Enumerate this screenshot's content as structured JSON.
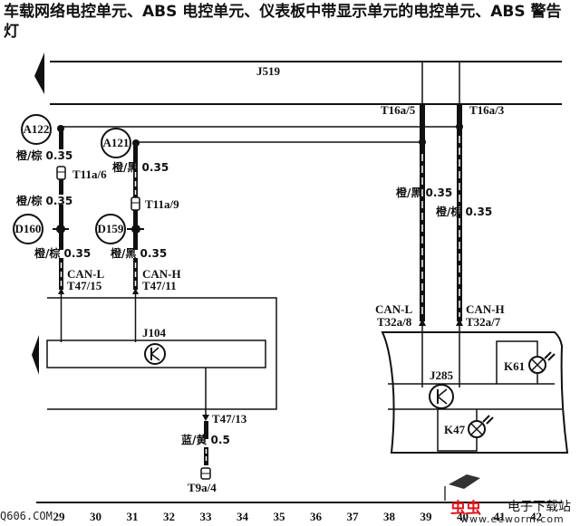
{
  "title": "车载网络电控单元、ABS 电控单元、仪表板中带显示单元的电控单元、ABS 警告灯",
  "modules": {
    "j519": "J519",
    "j104": "J104",
    "j285": "J285",
    "k61": "K61",
    "k47": "K47"
  },
  "ground_points": {
    "a122": "A122",
    "a121": "A121",
    "d160": "D160",
    "d159": "D159"
  },
  "connectors": {
    "t11a_6": "T11a/6",
    "t11a_9": "T11a/9",
    "t47_15": "T47/15",
    "t47_11": "T47/11",
    "t47_13": "T47/13",
    "t16a_5": "T16a/5",
    "t16a_3": "T16a/3",
    "t32a_8": "T32a/8",
    "t32a_7": "T32a/7",
    "t9a_4": "T9a/4"
  },
  "signals": {
    "can_l_left": "CAN-L",
    "can_h_left": "CAN-H",
    "can_l_right": "CAN-L",
    "can_h_right": "CAN-H"
  },
  "wires": {
    "w1": "橙/棕 0.35",
    "w2": "橙/棕 0.35",
    "w3": "橙/棕 0.35",
    "w4": "橙/黑 0.35",
    "w5": "橙/黑 0.35",
    "w6": "橙/黑 0.35",
    "w7": "橙/棕 0.35",
    "w8": "蓝/黄 0.5"
  },
  "grid_numbers": [
    "29",
    "30",
    "31",
    "32",
    "33",
    "34",
    "35",
    "36",
    "37",
    "38",
    "39",
    "40",
    "41",
    "42"
  ],
  "watermark": {
    "site": "Q606.COM",
    "logo": "虫虫",
    "name": "电子下载站",
    "url": "www.eeworm.com"
  }
}
